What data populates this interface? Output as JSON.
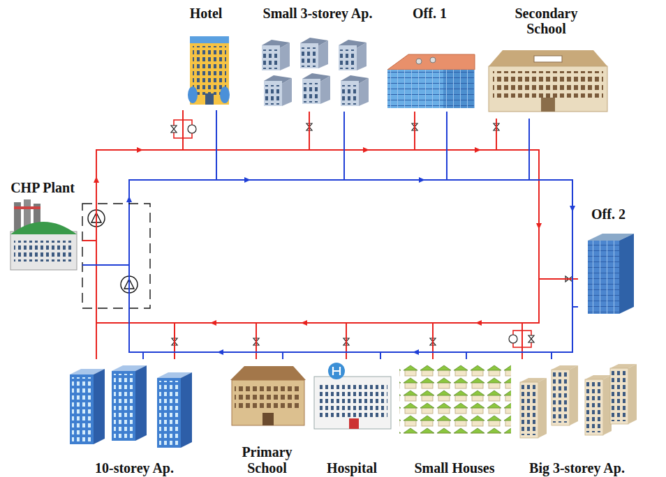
{
  "diagram": {
    "nodes": [
      {
        "text": [
          "Hotel"
        ]
      },
      {
        "text": [
          "Small 3-storey Ap."
        ]
      },
      {
        "text": [
          "Off. 1"
        ]
      },
      {
        "text": [
          "Secondary School"
        ]
      },
      {
        "text": [
          "CHP Plant"
        ]
      },
      {
        "text": [
          "Off. 2"
        ]
      },
      {
        "text": [
          "10-storey Ap."
        ]
      },
      {
        "text": [
          "Primary School"
        ]
      },
      {
        "text": [
          "Hospital"
        ]
      },
      {
        "text": [
          "Small Houses"
        ]
      },
      {
        "text": [
          "Big 3-storey Ap."
        ]
      }
    ],
    "edges": [
      {
        "from": 4,
        "to": 0,
        "arrow": "none"
      },
      {
        "from": 4,
        "to": 1,
        "arrow": "none"
      },
      {
        "from": 4,
        "to": 2,
        "arrow": "none"
      },
      {
        "from": 4,
        "to": 3,
        "arrow": "none"
      },
      {
        "from": 4,
        "to": 5,
        "arrow": "none"
      },
      {
        "from": 4,
        "to": 6,
        "arrow": "none"
      },
      {
        "from": 4,
        "to": 7,
        "arrow": "none"
      },
      {
        "from": 4,
        "to": 8,
        "arrow": "none"
      },
      {
        "from": 4,
        "to": 9,
        "arrow": "none"
      },
      {
        "from": 4,
        "to": 10,
        "arrow": "none"
      },
      {
        "from": 0,
        "to": 4,
        "arrow": "none"
      },
      {
        "from": 1,
        "to": 4,
        "arrow": "none"
      },
      {
        "from": 2,
        "to": 4,
        "arrow": "none"
      },
      {
        "from": 3,
        "to": 4,
        "arrow": "none"
      },
      {
        "from": 5,
        "to": 4,
        "arrow": "none"
      },
      {
        "from": 6,
        "to": 4,
        "arrow": "none"
      },
      {
        "from": 7,
        "to": 4,
        "arrow": "none"
      },
      {
        "from": 8,
        "to": 4,
        "arrow": "none"
      },
      {
        "from": 9,
        "to": 4,
        "arrow": "none"
      },
      {
        "from": 10,
        "to": 4,
        "arrow": "none"
      }
    ]
  }
}
